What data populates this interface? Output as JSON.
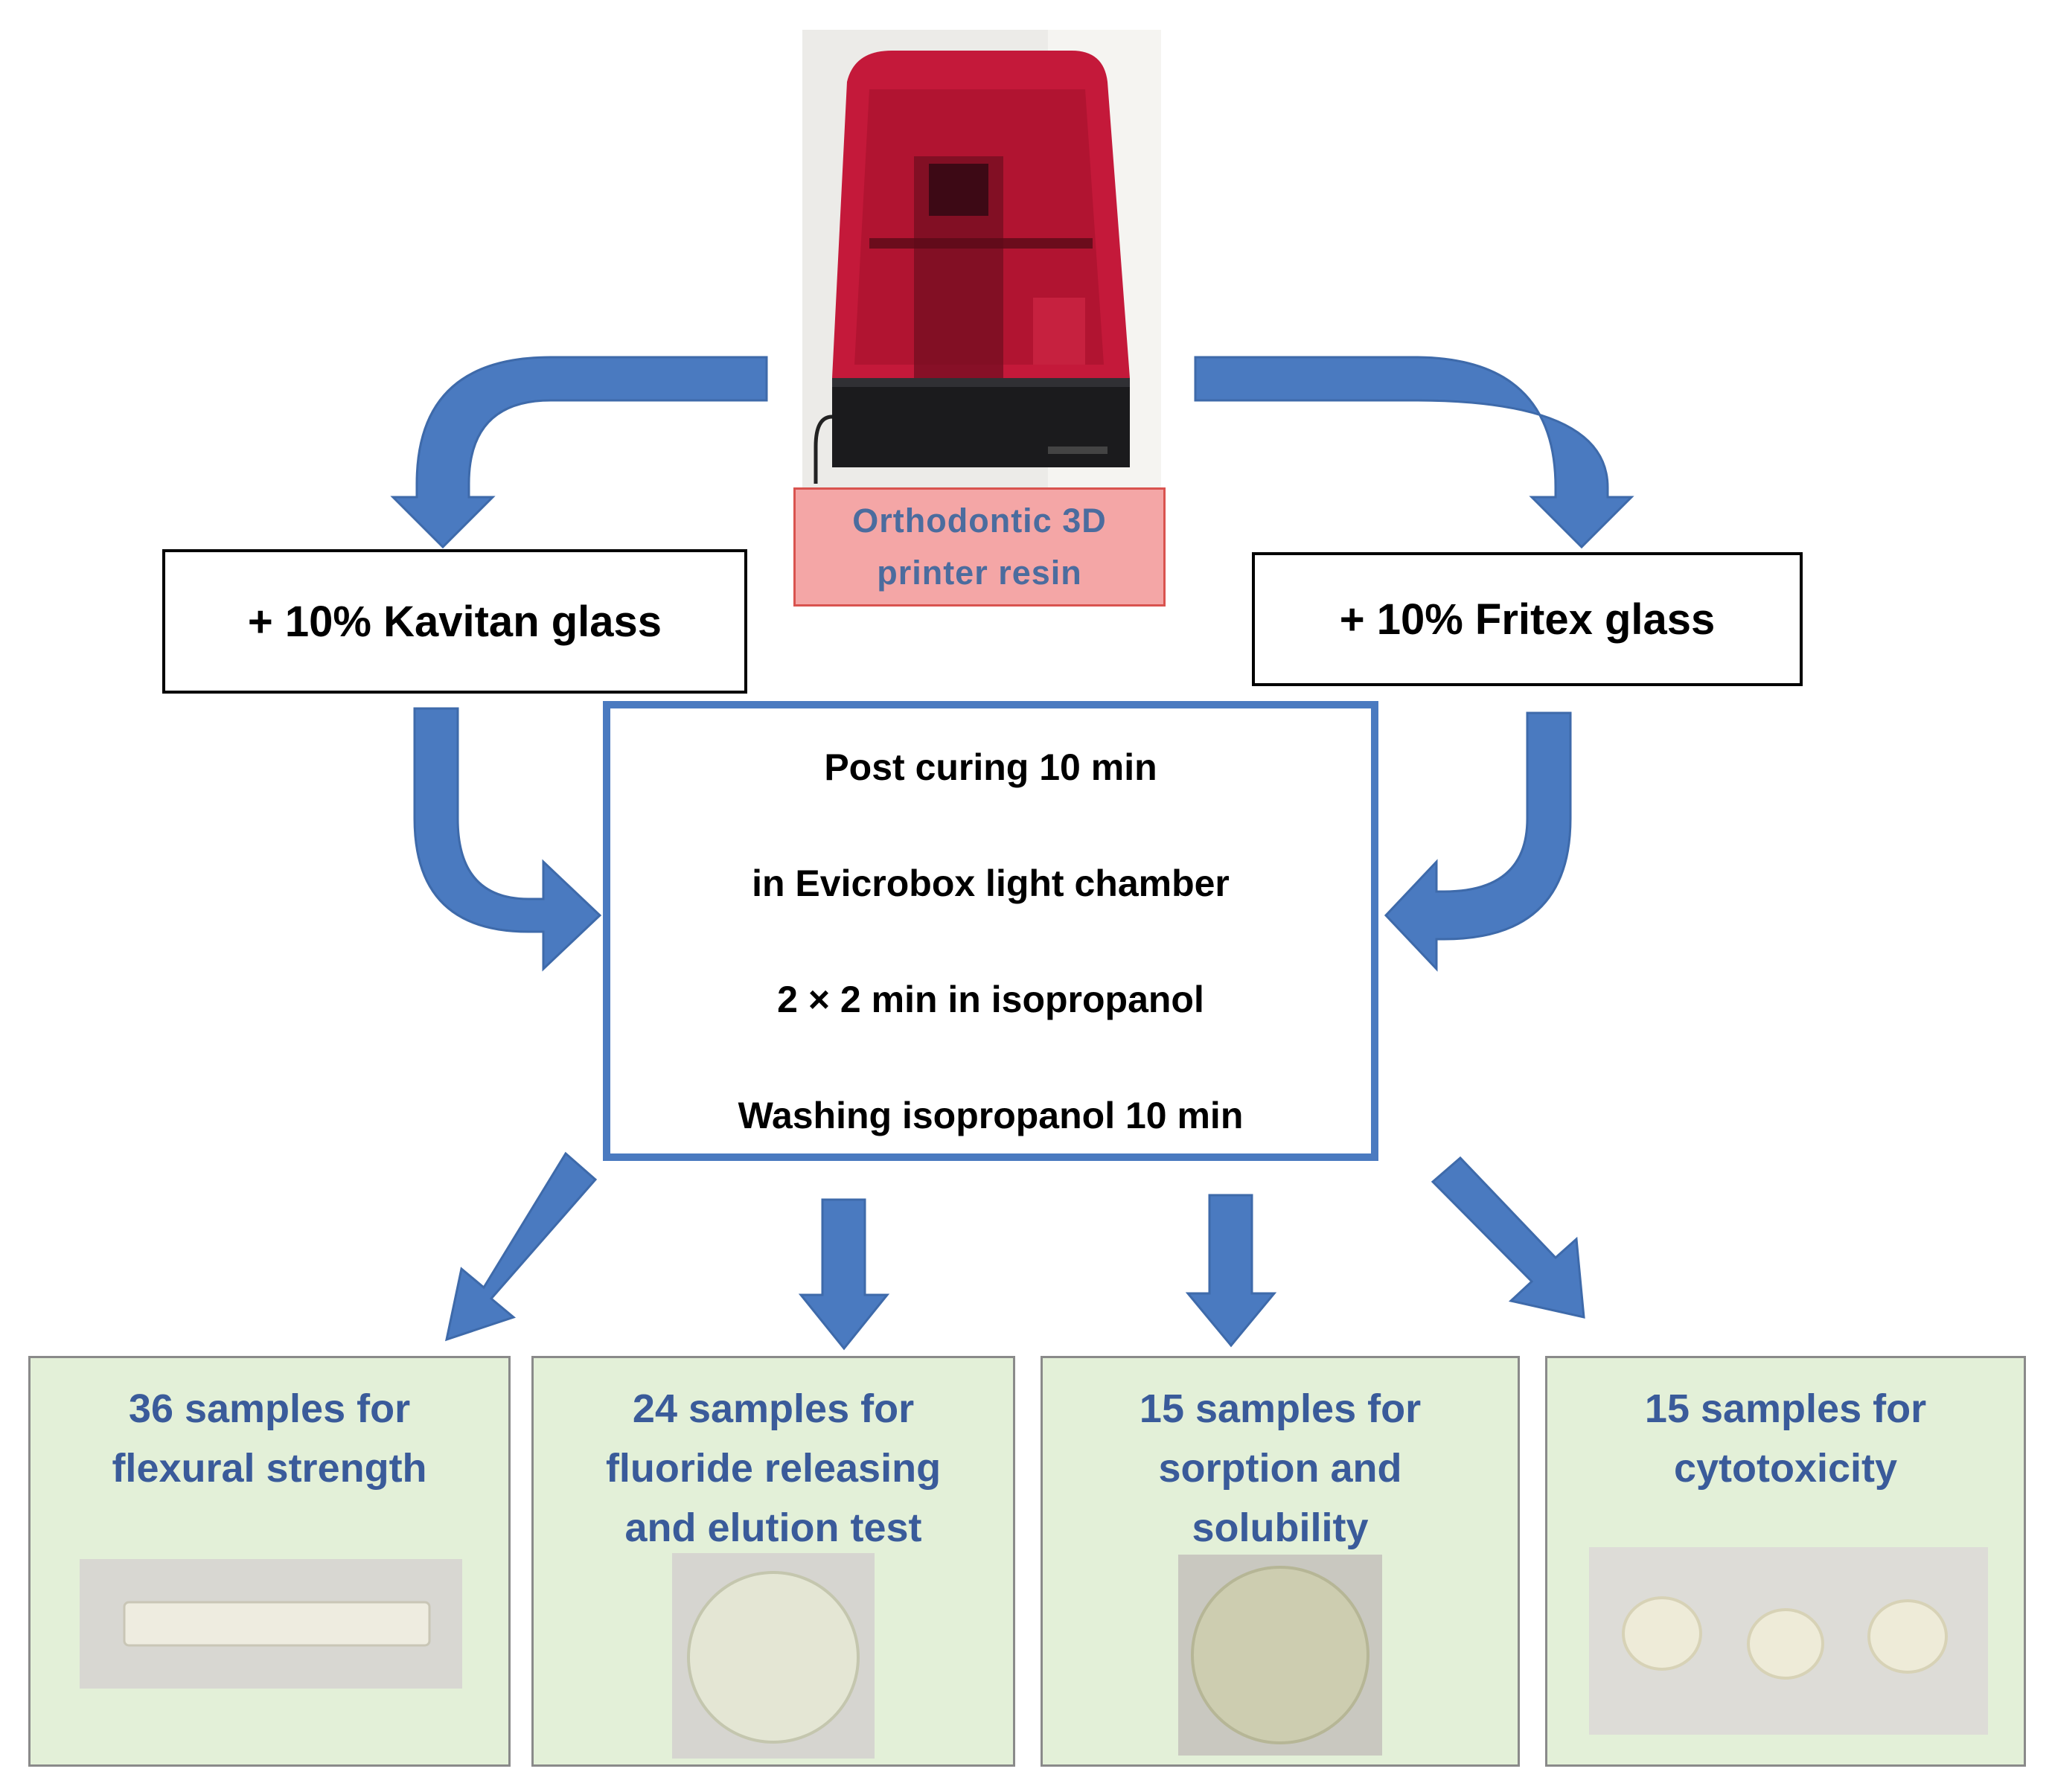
{
  "source": {
    "image_alt": "3D printer photo",
    "label_lines": [
      "Orthodontic 3D",
      "printer resin"
    ]
  },
  "branches": [
    {
      "label": "+ 10% Kavitan glass"
    },
    {
      "label": "+ 10% Fritex glass"
    }
  ],
  "process": {
    "steps": [
      "Post curing 10 min",
      "in Evicrobox light chamber",
      "2 × 2 min in isopropanol",
      "Washing isopropanol 10 min"
    ]
  },
  "samples": [
    {
      "lines": [
        "36 samples for",
        "flexural strength"
      ],
      "specimen": "bar"
    },
    {
      "lines": [
        "24 samples for",
        "fluoride releasing",
        "and elution test"
      ],
      "specimen": "disc"
    },
    {
      "lines": [
        "15 samples for",
        "sorption and",
        "solubility"
      ],
      "specimen": "disc"
    },
    {
      "lines": [
        "15 samples for",
        "cytotoxicity"
      ],
      "specimen": "three-small-discs"
    }
  ],
  "colors": {
    "arrow": "#4a7ac0",
    "process_border": "#4a7ac0",
    "resin_fill": "#f4a6a6",
    "resin_border": "#d9534f",
    "resin_text": "#4b6c9e",
    "sample_fill": "#e3f0d8",
    "sample_text": "#3a5b9a"
  }
}
